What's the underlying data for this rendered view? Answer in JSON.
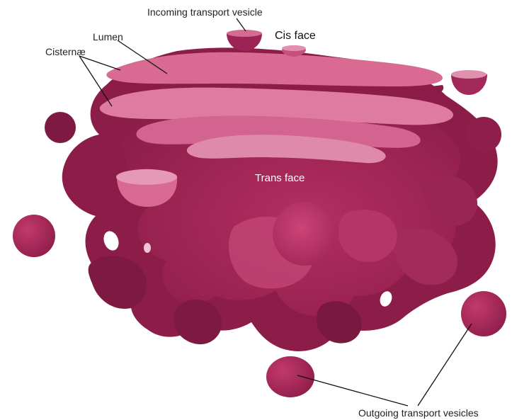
{
  "labels": {
    "incoming": "Incoming transport vesicle",
    "cis_face": "Cis face",
    "lumen": "Lumen",
    "cisternae": "Cisternæ",
    "trans_face": "Trans face",
    "outgoing": "Outgoing transport vesicles"
  },
  "colors": {
    "outer": "#9a2050",
    "dark": "#7d1a42",
    "mid": "#b83064",
    "light": "#d96b92",
    "pale": "#e58aaa",
    "label_text": "#222222",
    "label_line": "#111111",
    "inner_label": "#ffffff"
  }
}
